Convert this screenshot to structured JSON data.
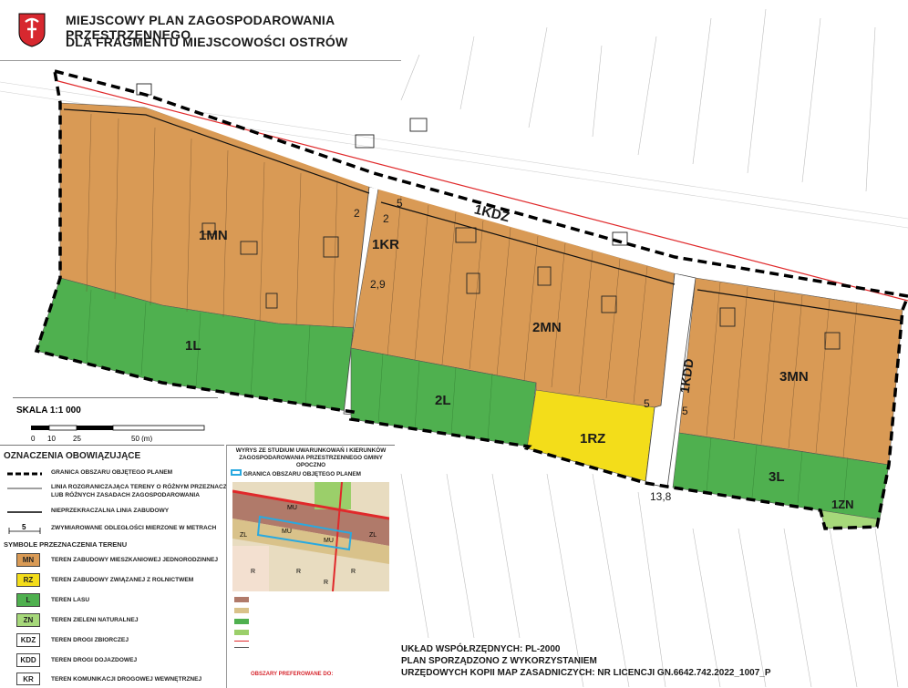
{
  "header": {
    "title_line1": "MIEJSCOWY PLAN ZAGOSPODAROWANIA PRZESTRZENNEGO",
    "title_line2": "DLA FRAGMENTU MIEJSCOWOŚCI OSTRÓW",
    "crest_icon": "municipal-crest-icon"
  },
  "colors": {
    "mn": "#d99a55",
    "l": "#4fb04f",
    "rz": "#f3dd1a",
    "zn": "#a6d87a",
    "kdz_road": "#ffffff",
    "boundary": "#000000",
    "red_line": "#e0292b",
    "study_blue": "#29a9e0"
  },
  "zones": {
    "mn1": "1MN",
    "mn2": "2MN",
    "mn3": "3MN",
    "l1": "1L",
    "l2": "2L",
    "l3": "3L",
    "rz1": "1RZ",
    "zn1": "1ZN",
    "kr1": "1KR",
    "kdz1": "1KDZ",
    "kdd1": "1KDD"
  },
  "dimensions": {
    "d2a": "2",
    "d2b": "2",
    "d29": "2,9",
    "d5a": "5",
    "d5b": "5",
    "d5c": "5",
    "d138": "13,8"
  },
  "scale": {
    "title": "SKALA 1:1 000",
    "t0": "0",
    "t10": "10",
    "t25": "25",
    "t50": "50 (m)"
  },
  "legend": {
    "title": "OZNACZENIA OBOWIĄZUJĄCE",
    "boundary": "GRANICA OBSZARU OBJĘTEGO PLANEM",
    "divider_line1": "LINIA ROZGRANICZAJĄCA TERENY O RÓŻNYM PRZEZNACZENIU",
    "divider_line2": "LUB RÓŻNYCH ZASADACH ZAGOSPODAROWANIA",
    "building_line": "NIEPRZEKRACZALNA LINIA ZABUDOWY",
    "dims": "ZWYMIAROWANE ODLEGŁOŚCI MIERZONE W METRACH",
    "dims_sample": "5",
    "symbols_title": "SYMBOLE PRZEZNACZENIA TERENU",
    "items": [
      {
        "code": "MN",
        "label": "TEREN ZABUDOWY  MIESZKANIOWEJ JEDNORODZINNEJ"
      },
      {
        "code": "RZ",
        "label": "TEREN ZABUDOWY ZWIĄZANEJ Z ROLNICTWEM"
      },
      {
        "code": "L",
        "label": "TEREN LASU"
      },
      {
        "code": "ZN",
        "label": "TEREN ZIELENI NATURALNEJ"
      },
      {
        "code": "KDZ",
        "label": "TEREN DROGI ZBIORCZEJ"
      },
      {
        "code": "KDD",
        "label": "TEREN DROGI DOJAZDOWEJ"
      },
      {
        "code": "KR",
        "label": "TEREN KOMUNIKACJI DROGOWEJ WEWNĘTRZNEJ"
      }
    ]
  },
  "study": {
    "title": "WYRYS ZE STUDIUM UWARUNKOWAŃ I KIERUNKÓW ZAGOSPODAROWANIA PRZESTRZENNEGO GMINY OPOCZNO",
    "granica": "GRANICA OBSZARU OBJĘTEGO PLANEM",
    "preferred": "OBSZARY PREFEROWANE DO:",
    "map_labels": [
      "MU",
      "MU",
      "MU",
      "R",
      "R",
      "ZL",
      "ZL",
      "R",
      "R"
    ]
  },
  "footer": {
    "line1": "UKŁAD WSPÓŁRZĘDNYCH: PL-2000",
    "line2": "PLAN SPORZĄDZONO Z WYKORZYSTANIEM",
    "line3": "URZĘDOWYCH KOPII MAP ZASADNICZYCH: NR LICENCJI GN.6642.742.2022_1007_P"
  }
}
